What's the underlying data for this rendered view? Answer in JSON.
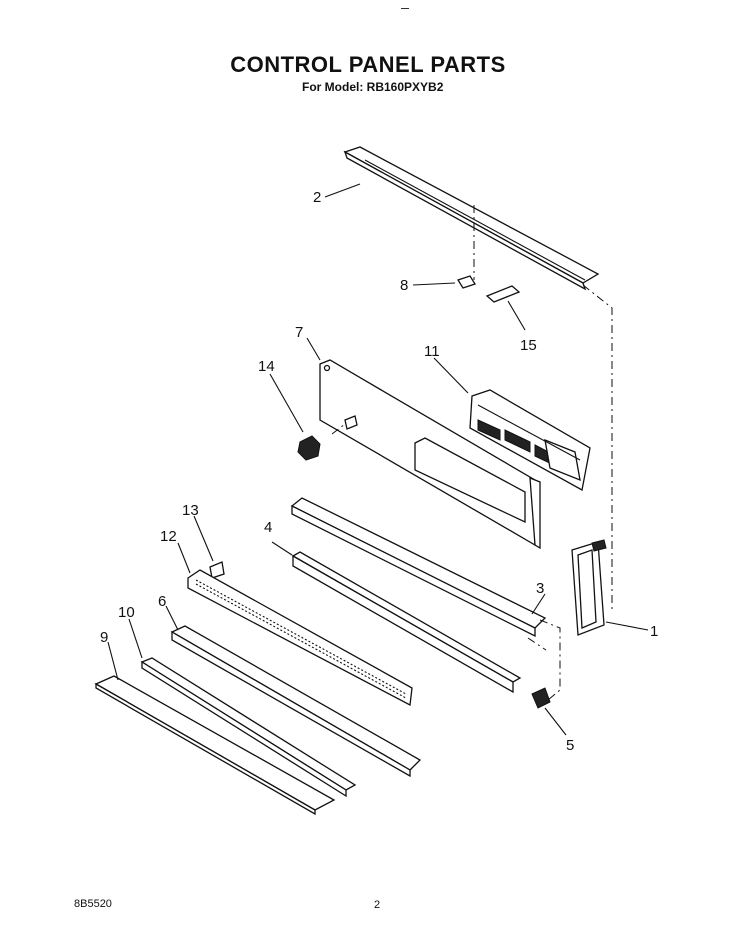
{
  "header": {
    "title": "CONTROL PANEL PARTS",
    "subtitle": "For Model: RB160PXYB2"
  },
  "callouts": {
    "c1": "1",
    "c2": "2",
    "c3": "3",
    "c4": "4",
    "c5": "5",
    "c6": "6",
    "c7": "7",
    "c8": "8",
    "c9": "9",
    "c10": "10",
    "c11": "11",
    "c12": "12",
    "c13": "13",
    "c14": "14",
    "c15": "15"
  },
  "footer": {
    "doc_number": "8B5520",
    "page_number": "2"
  }
}
